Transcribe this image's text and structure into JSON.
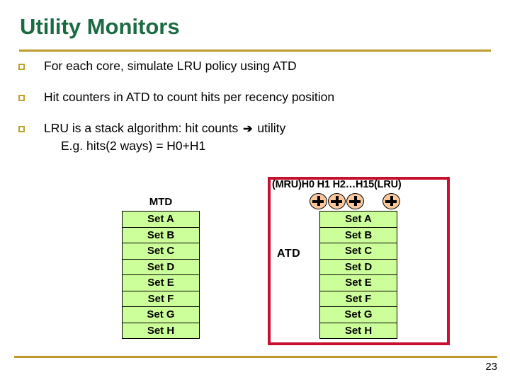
{
  "slide": {
    "title": "Utility Monitors",
    "page_number": "23",
    "accent_gold": "#BE9B28",
    "title_green": "#1B6B42",
    "box_red": "#C8102E",
    "cell_green": "#CCFF99",
    "adder_peach": "#FAC79B"
  },
  "bullets": [
    {
      "marker": "hollow-square",
      "text": "For each core, simulate LRU policy using ATD"
    },
    {
      "marker": "hollow-square",
      "text": "Hit counters in ATD to count hits per recency position"
    },
    {
      "marker": "hollow-square",
      "text_before_arrow": "LRU is a stack algorithm: hit counts ",
      "arrow": "➔",
      "text_after_arrow": " utility",
      "subline": "E.g. hits(2 ways) = H0+H1"
    }
  ],
  "diagram": {
    "mtd": {
      "label": "MTD",
      "rows": [
        "Set A",
        "Set B",
        "Set C",
        "Set D",
        "Set E",
        "Set F",
        "Set G",
        "Set H"
      ]
    },
    "atd": {
      "label": "ATD",
      "header": "(MRU)H0 H1 H2…H15(LRU)",
      "rows": [
        "Set A",
        "Set B",
        "Set C",
        "Set D",
        "Set E",
        "Set F",
        "Set G",
        "Set H"
      ],
      "adders": [
        "adder-h0",
        "adder-h1",
        "adder-h2",
        "adder-h15"
      ]
    }
  }
}
